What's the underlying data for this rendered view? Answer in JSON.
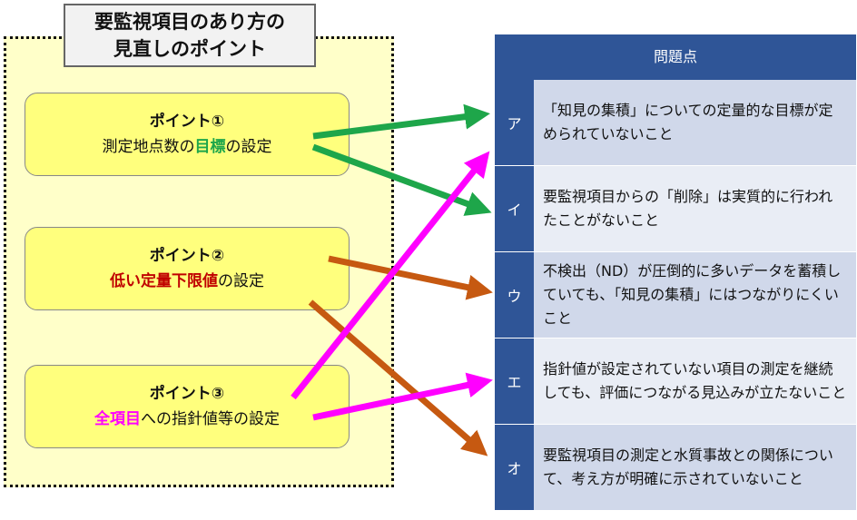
{
  "title": {
    "line1": "要監視項目のあり方の",
    "line2": "見直しのポイント"
  },
  "points": [
    {
      "heading": "ポイント①",
      "pre": "測定地点数の",
      "highlight": "目標",
      "post": "の設定"
    },
    {
      "heading": "ポイント②",
      "pre": "",
      "highlight": "低い定量下限値",
      "post": "の設定"
    },
    {
      "heading": "ポイント③",
      "pre": "",
      "highlight": "全項目",
      "post": "への指針値等の設定"
    }
  ],
  "table": {
    "header": "問題点",
    "rows": [
      {
        "label": "ア",
        "text": "「知見の集積」についての定量的な目標が定められていないこと"
      },
      {
        "label": "イ",
        "text": "要監視項目からの「削除」は実質的に行われたことがないこと"
      },
      {
        "label": "ウ",
        "text": "不検出（ND）が圧倒的に多いデータを蓄積していても、「知見の集積」にはつながりにくいこと"
      },
      {
        "label": "エ",
        "text": "指針値が設定されていない項目の測定を継続しても、評価につながる見込みが立たないこと"
      },
      {
        "label": "オ",
        "text": "要監視項目の測定と水質事故との関係について、考え方が明確に示されていないこと"
      }
    ]
  },
  "colors": {
    "green": "#1ea64a",
    "brown": "#c65911",
    "magenta": "#ff00ff",
    "header": "#2f5597"
  }
}
